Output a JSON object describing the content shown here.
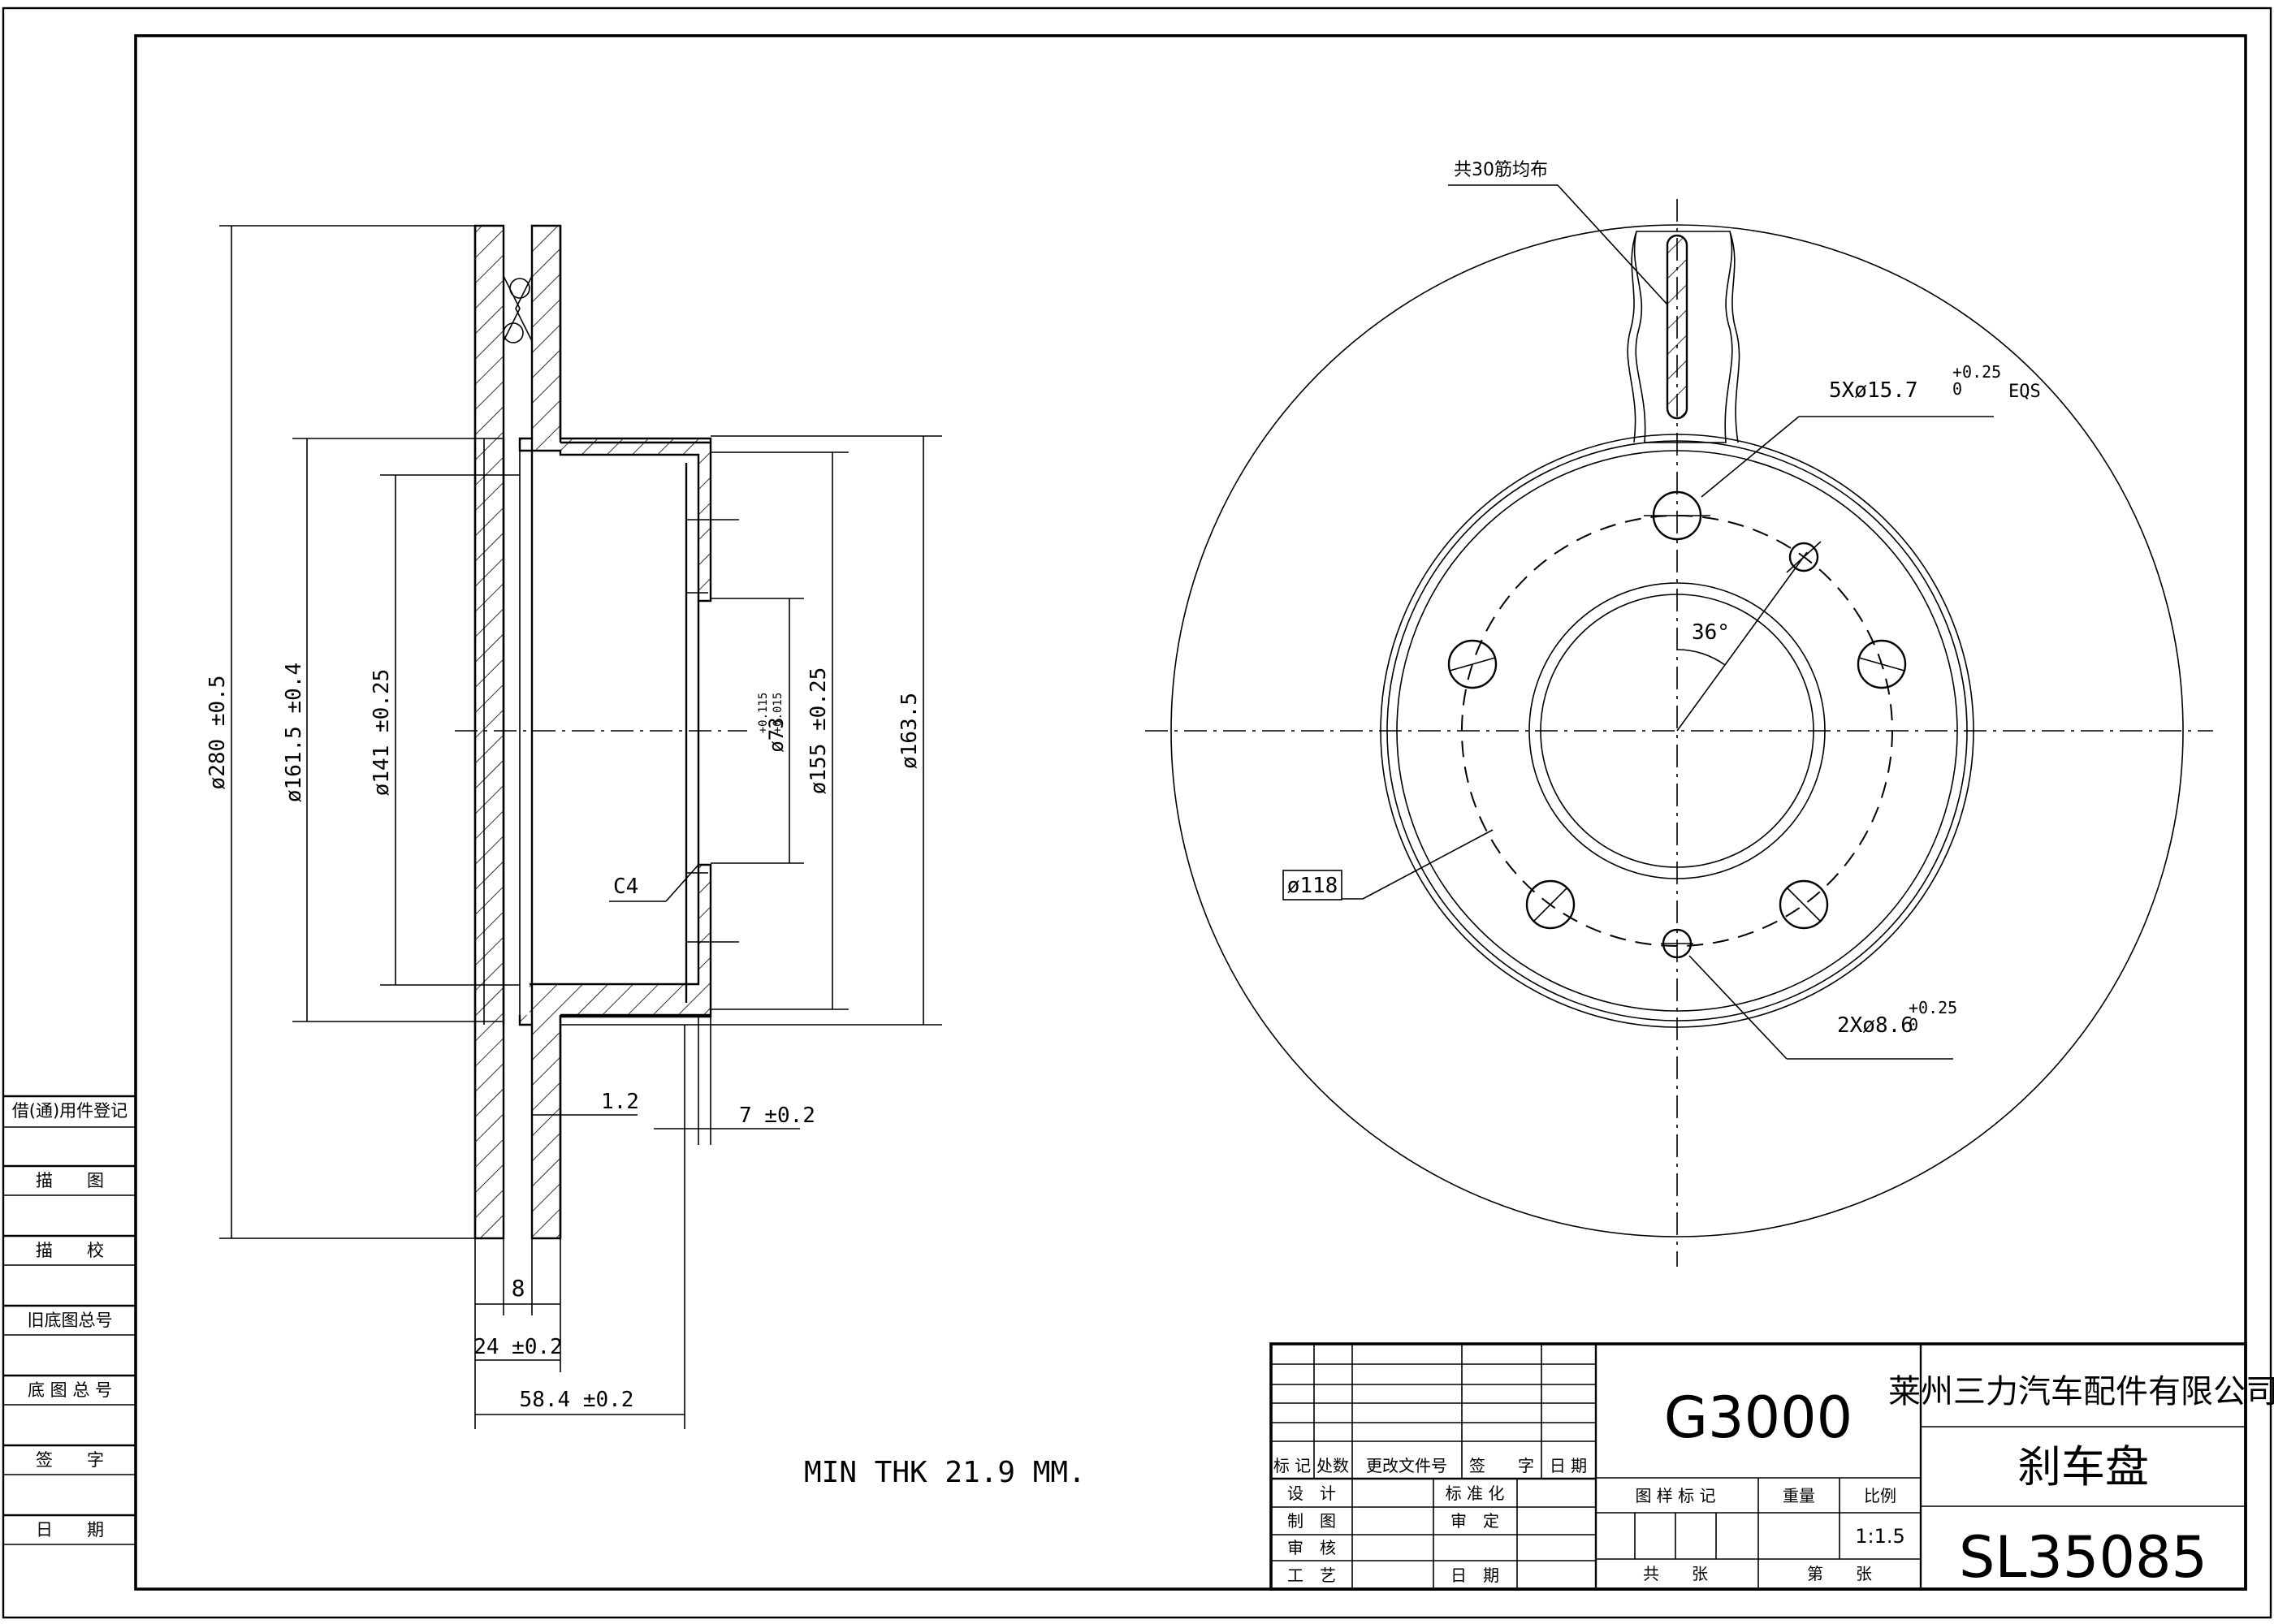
{
  "side_table": {
    "rows": [
      "借(通)用件登记",
      "描　　图",
      "描　　校",
      "旧底图总号",
      "底 图 总 号",
      "签　　字",
      "日　　期"
    ]
  },
  "section_view": {
    "dims": {
      "d280": "ø280 ±0.5",
      "d161": "ø161.5 ±0.4",
      "d141": "ø141 ±0.25",
      "d73": "ø73",
      "d73_tol_upper": "+0.115",
      "d73_tol_lower": "+0.015",
      "d155": "ø155 ±0.25",
      "d163": "ø163.5",
      "c4": "C4",
      "d1_2": "1.2",
      "d7": "7 ±0.2",
      "d8": "8",
      "d24": "24 ±0.2",
      "d58": "58.4 ±0.2"
    },
    "note": "MIN  THK  21.9  MM."
  },
  "front_view": {
    "rib_note": "共30筋均布",
    "holes_large": "5Xø15.7",
    "holes_large_tol_upper": "+0.25",
    "holes_large_tol_lower": "0",
    "holes_large_suffix": "EQS",
    "holes_small": "2Xø8.6",
    "holes_small_tol_upper": "+0.25",
    "holes_small_tol_lower": "0",
    "angle": "36°",
    "pcd": "ø118"
  },
  "title_block": {
    "revision_headers": [
      "标 记",
      "处数",
      "更改文件号",
      "签　　字",
      "日 期"
    ],
    "roles_left": [
      "设　计",
      "制　图",
      "审　核",
      "工　艺"
    ],
    "roles_mid": [
      "标 准 化",
      "审　定",
      "",
      "日　期"
    ],
    "material": "G3000",
    "company": "莱州三力汽车配件有限公司",
    "part_name": "刹车盘",
    "drawing_no": "SL35085",
    "mark_label": "图 样 标 记",
    "weight_label": "重量",
    "scale_label": "比例",
    "scale_value": "1:1.5",
    "total_label": "共　　张",
    "sheet_label": "第　　张"
  }
}
